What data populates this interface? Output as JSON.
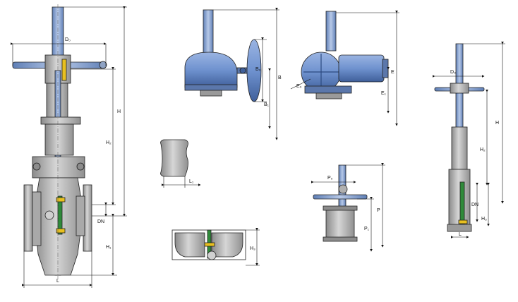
{
  "colors": {
    "body": "#b9b9b9",
    "body_dark": "#7c7c7c",
    "stem": "#7e9bc9",
    "actuator": "#6f92cf",
    "actuator_dark": "#3f5f9a",
    "seal_green": "#2f8a3a",
    "seal_yellow": "#e8c020",
    "packing_orange": "#d9823a"
  },
  "labels": {
    "main_D0": "D₀",
    "main_H": "H",
    "main_H2": "H₂",
    "main_DN": "DN",
    "main_H1": "H₁",
    "main_L": "L",
    "gear_B": "B",
    "gear_B0": "B₀",
    "gear_B1": "B₁",
    "elec_E": "E",
    "elec_E0": "E₀",
    "elec_E1": "E₁",
    "side_D0": "D₀",
    "side_H": "H",
    "side_H2": "H₂",
    "side_DN": "DN",
    "side_H3": "H₃",
    "side_L": "L",
    "flange_L1": "L₁",
    "seat_H3": "H₃",
    "pneu_P0": "P₀",
    "pneu_P": "P",
    "pneu_P1": "P₁"
  }
}
